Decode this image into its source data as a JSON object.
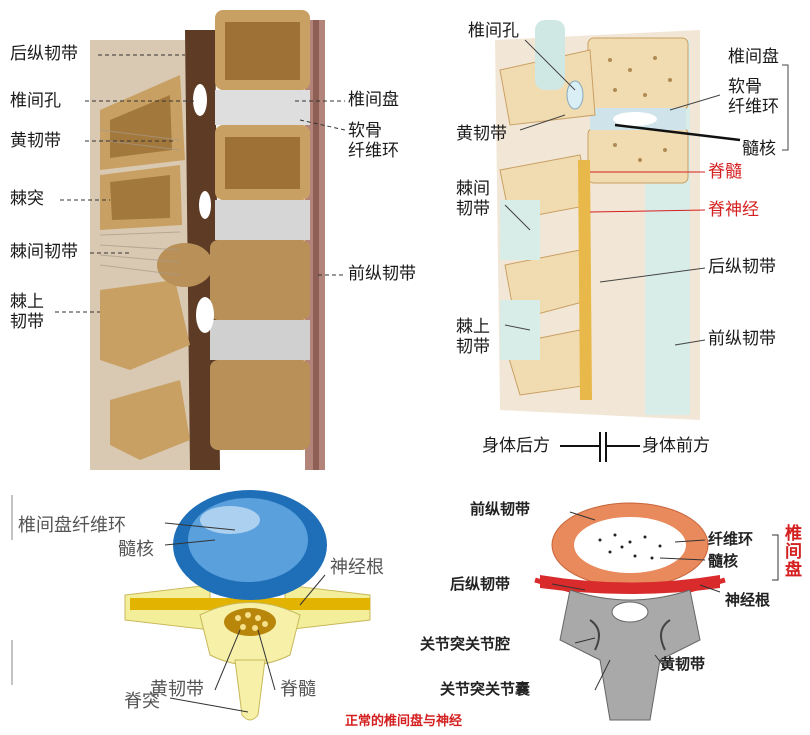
{
  "panel_tl": {
    "labels": {
      "posterior_ligament": "后纵韧带",
      "foramen": "椎间孔",
      "ligamentum_flavum": "黄韧带",
      "spinous_process": "棘突",
      "interspinous": "棘间韧带",
      "supraspinous_1": "棘上",
      "supraspinous_2": "韧带",
      "disc": "椎间盘",
      "annulus_1": "软骨",
      "annulus_2": "纤维环",
      "anterior_ligament": "前纵韧带"
    }
  },
  "panel_tr": {
    "labels": {
      "foramen": "椎间孔",
      "ligamentum_flavum": "黄韧带",
      "interspinous_1": "棘间",
      "interspinous_2": "韧带",
      "supraspinous_1": "棘上",
      "supraspinous_2": "韧带",
      "disc": "椎间盘",
      "annulus_1": "软骨",
      "annulus_2": "纤维环",
      "nucleus": "髓核",
      "spinal_cord": "脊髓",
      "spinal_nerve": "脊神经",
      "posterior_ligament": "后纵韧带",
      "anterior_ligament": "前纵韧带",
      "body_back": "身体后方",
      "body_front": "身体前方"
    }
  },
  "panel_bl": {
    "labels": {
      "annulus": "椎间盘纤维环",
      "nucleus": "髓核",
      "nerve_root": "神经根",
      "ligamentum_flavum": "黄韧带",
      "spinal_cord": "脊髓",
      "spinous_process": "脊突"
    }
  },
  "panel_br": {
    "labels": {
      "anterior_ligament": "前纵韧带",
      "annulus": "纤维环",
      "nucleus": "髓核",
      "posterior_ligament": "后纵韧带",
      "nerve_root": "神经根",
      "facet_cavity": "关节突关节腔",
      "ligamentum_flavum": "黄韧带",
      "facet_capsule": "关节突关节囊",
      "disc_side": "椎间盘"
    }
  },
  "caption": "正常的椎间盘与神经",
  "colors": {
    "bone": "#c9a063",
    "bone_dark": "#7a5320",
    "disc": "#d8d8d8",
    "ligament": "#b58a78",
    "blue_disc": "#1f6fb8",
    "cord": "#e3b43c",
    "red_accent": "#d42020",
    "annulus_orange": "#e88a5c",
    "gray_bone": "#9a9a9a"
  }
}
